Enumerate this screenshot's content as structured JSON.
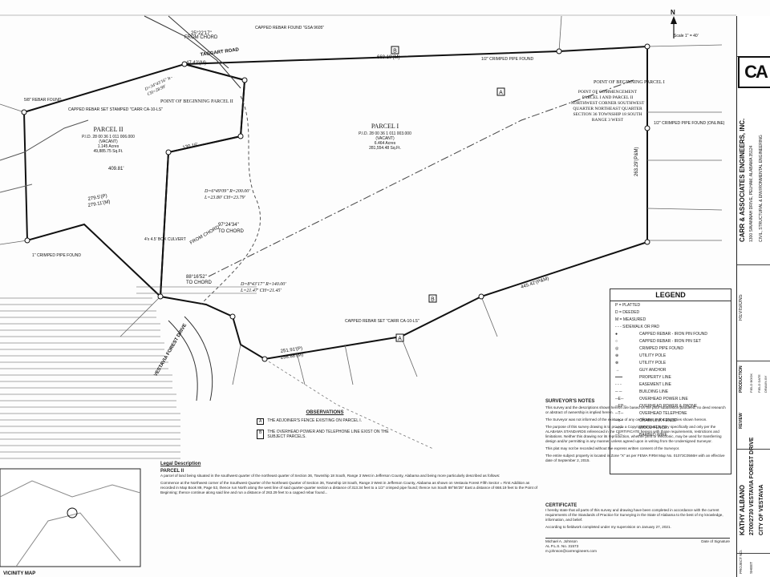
{
  "north": {
    "label": "N",
    "scale": "Scale 1\" = 40'"
  },
  "parcels": {
    "parcel1": {
      "label": "PARCEL I",
      "pid": "P.I.D. 28 00 36 1 011 003.000",
      "status": "(VACANT)",
      "acres": "6.464 Acres",
      "sqft": "281,554.48 Sq.Ft."
    },
    "parcel2": {
      "label": "PARCEL II",
      "pid": "P.I.D. 28 00 36 1 011 006.000",
      "status": "(VACANT)",
      "acres": "1.145 Acres",
      "sqft": "49,885.75 Sq.Ft."
    }
  },
  "labels": {
    "pob1": "POINT OF BEGINNING PARCEL I",
    "pob2": "POINT OF BEGINNING PARCEL II",
    "poc": "POINT OF COMMENCEMENT PARCEL I AND PARCEL II NORTHWEST CORNER SOUTHWEST QUARTER NORTHEAST QUARTER SECTION 36 TOWNSHIP 18 SOUTH RANGE 3 WEST",
    "from_chord_1": "FROM CHORD",
    "from_chord_2": "FROM CHORD",
    "to_chord_1": "TO CHORD",
    "to_chord_2": "TO CHORD",
    "road1": "VESTAVIA FOREST DRIVE",
    "road2": "TAGGART ROAD",
    "box_culvert": "4'x 4.5' BOX CULVERT",
    "brg1": "668.19'(M)",
    "brg2": "445.42'(P&M)",
    "brg3": "263.29'(P&M)",
    "brg4": "251.91'(P)",
    "brg5": "258.88'(M)",
    "brg6": "279.5'(P)",
    "brg7": "279.11'(M)",
    "brg8": "409.81'",
    "brg9": "130.16'",
    "brg10": "47.42'(M)",
    "brg11": "25°22'17\"",
    "brg12": "97°24'34\"",
    "brg13": "88°16'52\"",
    "curve1": "D=6°49'09\"  R=200.00'  L=23.80'  CH=23.79'",
    "curve2": "D=8°43'17\"  R=140.00'  L=21.47'  CH=21.45'",
    "curve3": "D=34°43'16\"  R=49.13'  CH=28.99'",
    "pin1": "1/2\" CRIMPED PIPE FOUND",
    "pin2": "CAPPED REBAR SET STAMPED \"CARR CA-10-LS\"",
    "pin3": "CAPPED REBAR FOUND \"GSA 9605\"",
    "pin4": "5/8\" REBAR FOUND",
    "pin5": "1\" CRIMPED PIPE FOUND",
    "pin6": "1/2\" CRIMPED PIPE FOUND (ONLINE)",
    "pin7": "CAPPED REBAR SET \"CARR CA-10-LS\""
  },
  "markers": {
    "a": "A",
    "b": "B"
  },
  "legend": {
    "title": "LEGEND",
    "items": [
      "P = PLATTED",
      "D = DEEDED",
      "M = MEASURED",
      "- - - SIDEWALK OR PAD",
      "CAPPED REBAR - IRON PIN FOUND",
      "CAPPED REBAR - IRON PIN SET",
      "CRIMPED PIPE FOUND",
      "UTILITY POLE",
      "UTILITY POLE",
      "GUY ANCHOR",
      "PROPERTY LINE",
      "EASEMENT LINE",
      "BUILDING LINE",
      "OVERHEAD POWER LINE",
      "OVERHEAD POWER & PHONE",
      "OVERHEAD TELEPHONE",
      "CHAIN LINK FENCE",
      "WOOD FENCE",
      "BARBED WIRE"
    ]
  },
  "observations": {
    "title": "OBSERVATIONS",
    "a": "THE ADJOINER'S FENCE EXISTING ON PARCEL I.",
    "b": "THE OVERHEAD POWER AND TELEPHONE LINE EXIST ON THE SUBJECT PARCELS."
  },
  "surveyor_notes": {
    "title": "SURVEYOR'S NOTES",
    "n1": "This survey and the descriptions shown hereon are based on the prior subdivision plat/deed, no deed research or abstract of ownership is implied herein.",
    "n2": "The Surveyor was not informed of the existence of any certificates on the properties shown hereon.",
    "n3": "The purpose of this survey drawing is to provide a Copyrighted Land Survey specifically and only per the ALABAMA STANDARDS referenced in the CERTIFICATE hereon with those requirements, restrictions and limitations. Neither this drawing nor its reproduction, whether print or electronic, may be used for transferring design and/or permitting in any manner, unless agreed upon in writing from the Undersigned Surveyor.",
    "n4": "This plat may not be recorded without the express written consent of the Surveyor.",
    "n5": "The entire subject property is located in Zone \"X\" as per FEMA FIRM Map No. 01073C0566H with an effective date of September 2, 2015."
  },
  "certificate": {
    "title": "CERTIFICATE",
    "body": "I hereby state that all parts of this survey and drawing have been completed in accordance with the current requirements of the Standards of Practice for Surveying in the State of Alabama to the best of my knowledge, information, and belief.",
    "field": "According to fieldwork completed under my supervision on January 27, 2021.",
    "signer": "Michael A. Johnson",
    "reg": "AL P.L.S. No. 31573",
    "email": "m.johnson@carrengineers.com",
    "sig_label": "Date of Signature"
  },
  "legal": {
    "heading": "Legal Description",
    "parcel2_head": "PARCEL II",
    "parcel2_text": "A parcel of land being situated in the southwest quarter of the northeast quarter of Section 36, Township 18 South, Range 3 West in Jefferson County, Alabama and being more particularly described as follows:",
    "commence": "Commence at the Northwest corner of the Southwest Quarter of the Northeast Quarter of Section 36, Township 18 South, Range 3 West in Jefferson County, Alabama as shown on Vestavia Forest Fifth Sector = First Addition as recorded in Map Book 89, Page 53, thence run North along the west line of said quarter-quarter section a distance of 313.34 feet to a 1/2\" crimped pipe found; thence run South 88°56'25\" East a distance of 668.19 feet to the Point of Beginning; thence continue along said line and run a distance of 263.29 feet to a capped rebar found..."
  },
  "titleblock": {
    "company": "CARR & ASSOCIATES ENGINEERS, INC.",
    "address": "1300 SAVANNAH DRIVE, PELHAM, ALABAMA 35124",
    "discipline": "CIVIL, STRUCTURAL & ENVIRONMENTAL ENGINEERING",
    "logo": "CA",
    "client": "KATHY ALBANO",
    "project": "2700/2730 VESTAVIA FOREST DRIVE",
    "city": "CITY OF VESTAVIA",
    "revisions": "REVISIONS",
    "production": "PRODUCTION",
    "review": "REVIEW",
    "field_book": "FIELD BOOK",
    "field_date": "FIELD DATE",
    "drawn_by": "DRAWN BY",
    "project_no": "PROJECT NO.",
    "sheet": "SHEET",
    "vicinity": "VICINITY MAP"
  }
}
